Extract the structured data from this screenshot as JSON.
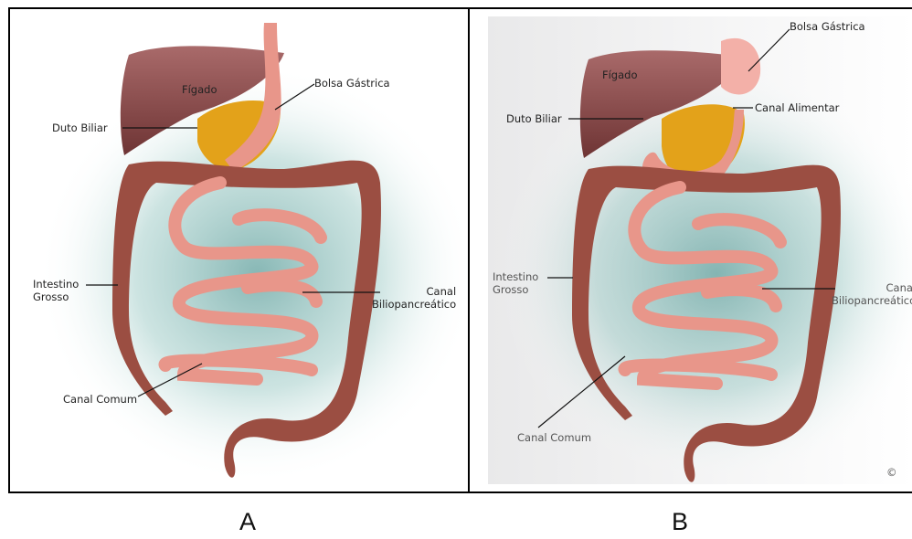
{
  "panel_a": {
    "caption": "A",
    "labels": {
      "figado": "Fígado",
      "bolsa_gastrica": "Bolsa Gástrica",
      "duto_biliar": "Duto Biliar",
      "intestino_grosso": "Intestino\nGrosso",
      "canal_biliopancreatico": "Canal\nBiliopancreático",
      "canal_comum": "Canal Comum"
    }
  },
  "panel_b": {
    "caption": "B",
    "labels": {
      "figado": "Fígado",
      "bolsa_gastrica": "Bolsa Gástrica",
      "duto_biliar": "Duto Biliar",
      "canal_alimentar": "Canal Alimentar",
      "intestino_grosso": "Intestino\nGrosso",
      "canal_biliopancreatico": "Canal\nBiliopancreático",
      "canal_comum": "Canal Comum",
      "copyright": "©"
    }
  },
  "colors": {
    "liver": "#8a4a4a",
    "stomach_pouch": "#e79a8e",
    "small_intestine": "#e8968a",
    "large_intestine": "#9b4e42",
    "pancreas_fat": "#e3a21a",
    "background_glow": "#7fb6b0"
  }
}
